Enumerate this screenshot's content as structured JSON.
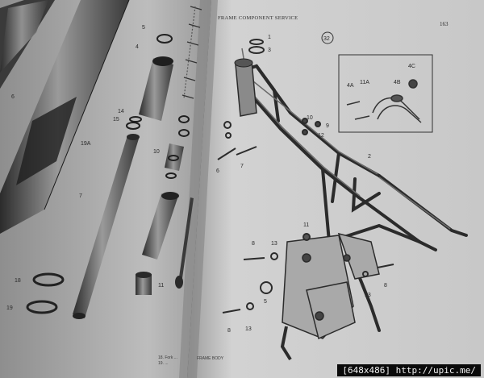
{
  "page": {
    "header": "FRAME COMPONENT SERVICE",
    "page_number": "163",
    "figure_number": "32",
    "footer_caption": "FRAME BODY",
    "left_caption": [
      "18. Fork ... ",
      "19. ... "
    ]
  },
  "left_labels": {
    "p5": "5",
    "p4": "4",
    "p6": "6",
    "p14": "14",
    "p15": "15",
    "p19a": "19A",
    "p10": "10",
    "p7": "7",
    "p18": "18",
    "p19": "19",
    "p11": "11"
  },
  "right_labels": {
    "r1": "1",
    "r3": "3",
    "r4c": "4C",
    "r4a": "4A",
    "r11a": "11A",
    "r4b": "4B",
    "r10": "10",
    "r9": "9",
    "r12": "12",
    "r6": "6",
    "r7": "7",
    "r2": "2",
    "r11": "11",
    "r8a": "8",
    "r13a": "13",
    "r5": "5",
    "r13b": "13",
    "r8b": "8",
    "r13c": "13",
    "r8c": "8"
  },
  "watermark": "[648x486] http://upic.me/"
}
